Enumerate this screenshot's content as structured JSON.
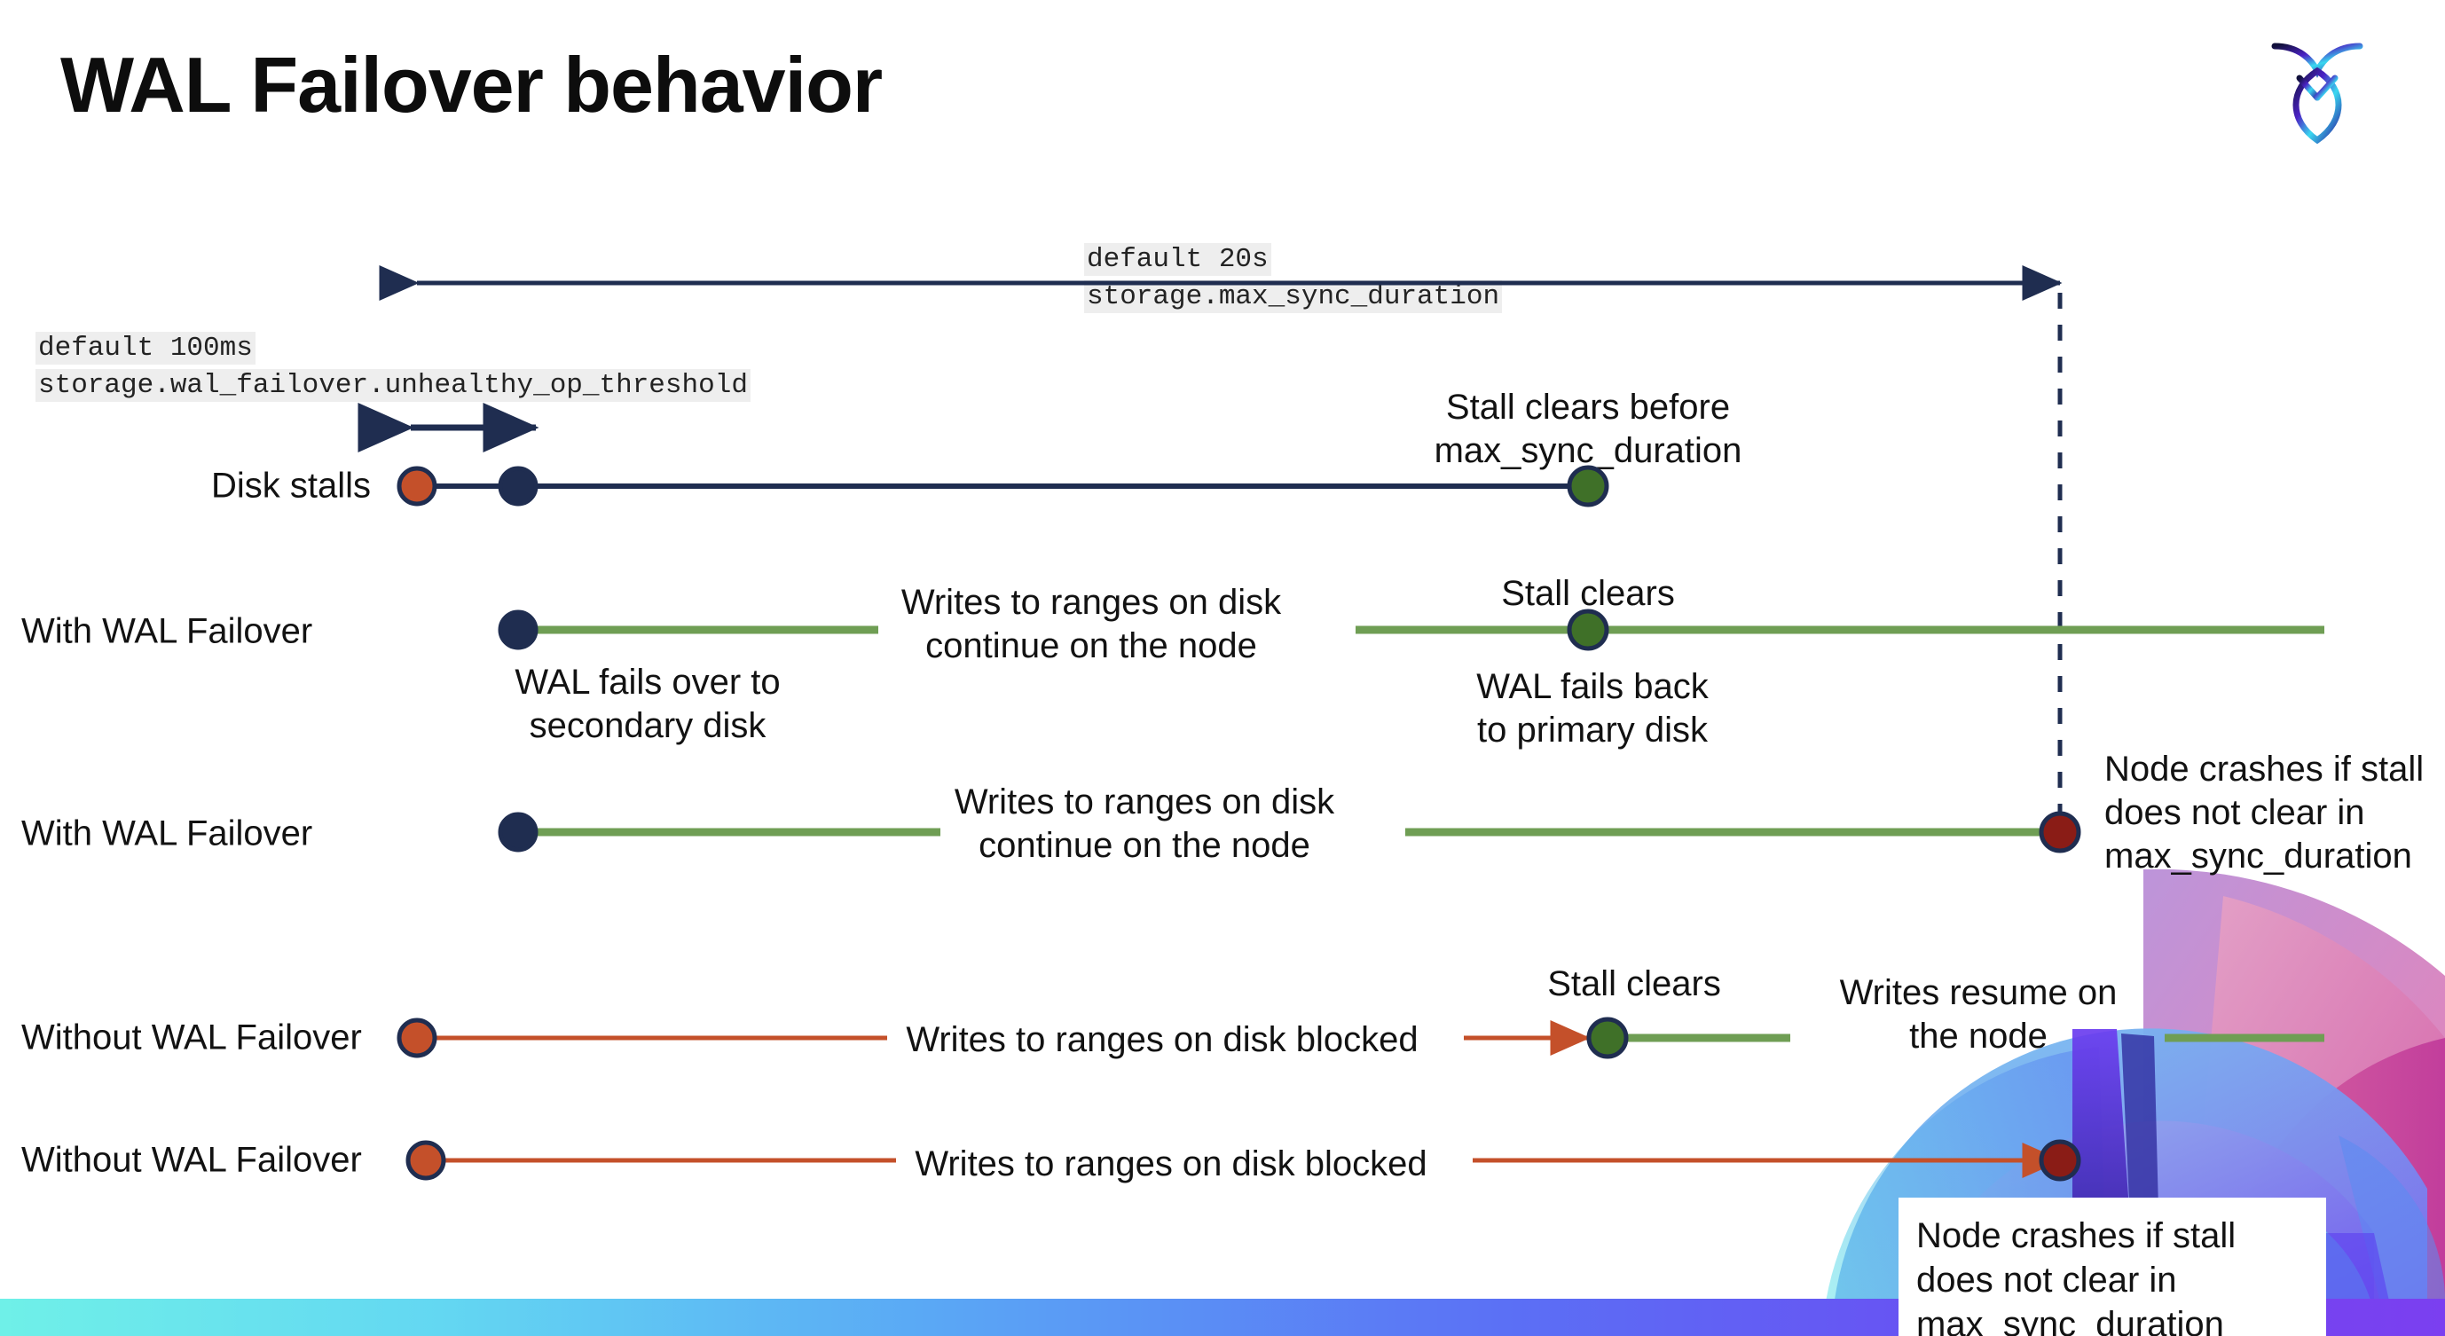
{
  "slide": {
    "title": "WAL Failover behavior",
    "logo_name": "cockroachdb-logo"
  },
  "colors": {
    "navy": "#1f2d50",
    "green": "#6f9e54",
    "green_marker": "#3f7028",
    "orange": "#c4502a",
    "dark_red": "#8a1c16",
    "code_bg": "#eeeeee",
    "bar_gradient_start": "#6ff0e8",
    "bar_gradient_end": "#7b3ff0"
  },
  "settings": {
    "max_sync": {
      "default_label": "default 20s",
      "name_label": "storage.max_sync_duration"
    },
    "unhealthy_threshold": {
      "default_label": "default 100ms",
      "name_label": "storage.wal_failover.unhealthy_op_threshold"
    }
  },
  "rows": [
    {
      "label": "Disk stalls",
      "notes": [
        "Stall clears before\nmax_sync_duration"
      ]
    },
    {
      "label": "With WAL Failover",
      "notes": [
        "Writes to ranges on disk\ncontinue on the node",
        "Stall clears",
        "WAL fails over to\nsecondary disk",
        "WAL fails  back\nto primary disk"
      ]
    },
    {
      "label": "With WAL Failover",
      "notes": [
        "Writes to ranges on disk\ncontinue on the node",
        "Node crashes if stall\ndoes not clear in\nmax_sync_duration"
      ]
    },
    {
      "label": "Without WAL Failover",
      "notes": [
        "Writes to ranges on disk  blocked",
        "Stall clears",
        "Writes resume on\nthe node"
      ]
    },
    {
      "label": "Without WAL Failover",
      "notes": [
        "Writes to ranges on disk  blocked",
        "Node crashes if stall\ndoes not clear in\nmax_sync_duration"
      ]
    }
  ]
}
